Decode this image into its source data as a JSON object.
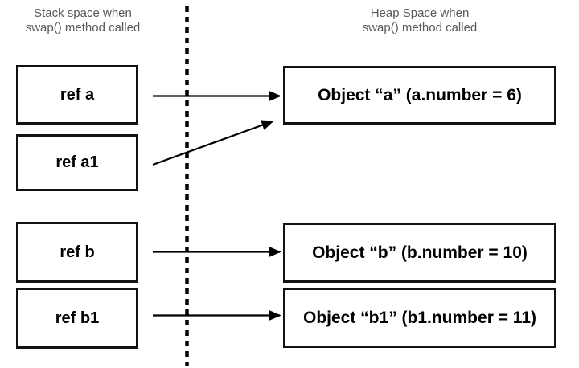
{
  "diagram": {
    "title_left": "Stack space when\nswap() method called",
    "title_right": "Heap Space when\nswap() method called",
    "colors": {
      "background": "#ffffff",
      "header_text": "#595959",
      "box_border": "#121212",
      "box_fill": "#ffffff",
      "box_text": "#000000",
      "arrow": "#000000",
      "divider": "#000000"
    },
    "stack_nodes": [
      {
        "label": "ref a"
      },
      {
        "label": "ref a1"
      },
      {
        "label": "ref b"
      },
      {
        "label": "ref b1"
      }
    ],
    "heap_nodes": [
      {
        "label": "Object “a” (a.number = 6)"
      },
      {
        "label": "Object “b” (b.number = 10)"
      },
      {
        "label": "Object “b1” (b1.number = 11)"
      }
    ],
    "arrows": [
      {
        "name": "arrow-ref-a-to-object-a",
        "from": "ref a",
        "to": "Object “a” (a.number = 6)",
        "kind": "straight"
      },
      {
        "name": "arrow-ref-a1-to-object-a",
        "from": "ref a1",
        "to": "Object “a” (a.number = 6)",
        "kind": "diagonal"
      },
      {
        "name": "arrow-ref-b-to-object-b",
        "from": "ref b",
        "to": "Object “b” (b.number = 10)",
        "kind": "straight"
      },
      {
        "name": "arrow-ref-b1-to-object-b1",
        "from": "ref b1",
        "to": "Object “b1” (b1.number = 11)",
        "kind": "straight"
      }
    ],
    "divider": {
      "style": "dashed",
      "orientation": "vertical"
    }
  }
}
